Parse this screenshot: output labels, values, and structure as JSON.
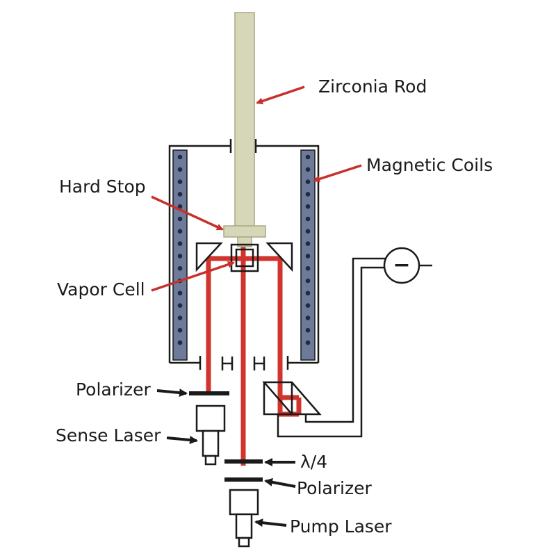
{
  "labels": {
    "zirconia_rod": "Zirconia Rod",
    "magnetic_coils": "Magnetic Coils",
    "hard_stop": "Hard Stop",
    "vapor_cell": "Vapor Cell",
    "polarizer_sense": "Polarizer",
    "sense_laser": "Sense Laser",
    "quarter_wave": "λ/4",
    "polarizer_pump": "Polarizer",
    "pump_laser": "Pump Laser",
    "detector_symbol": "−"
  },
  "colors": {
    "laser_beam": "#d0342c",
    "arrow_red": "#c8302c",
    "rod": "#d6d6b8",
    "rod_edge": "#a8a880",
    "coil": "#6d7a99",
    "coil_dot": "#1f2a44",
    "outline": "#1a1a1a"
  }
}
